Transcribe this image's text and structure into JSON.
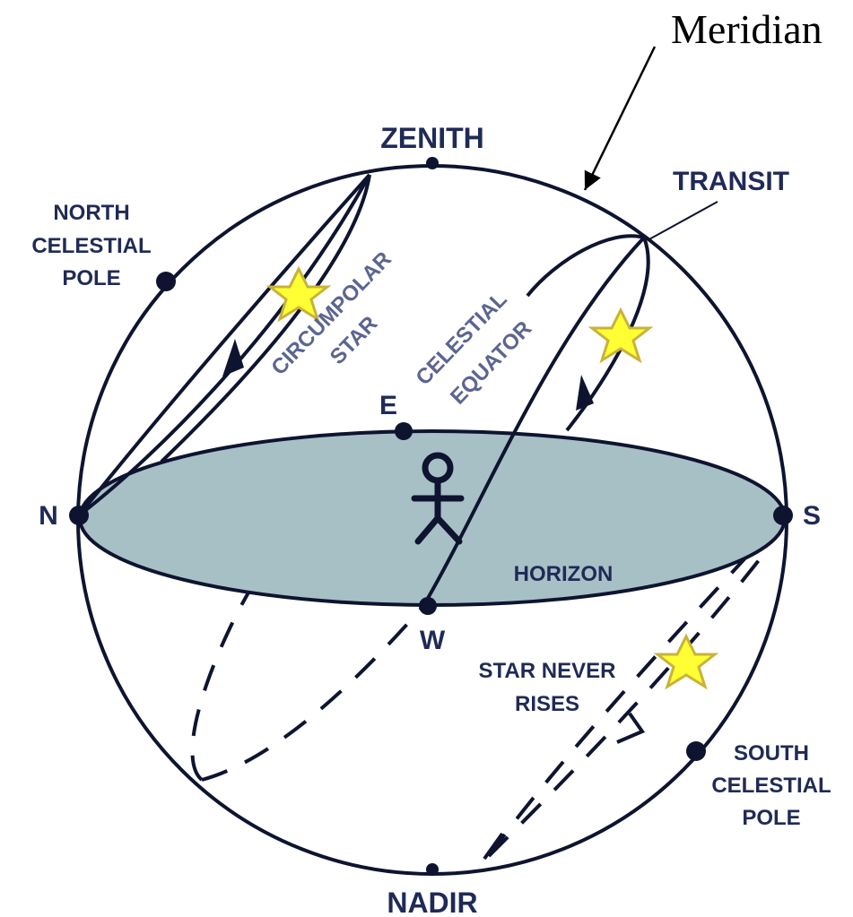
{
  "labels": {
    "meridian": "Meridian",
    "zenith": "ZENITH",
    "transit": "TRANSIT",
    "north_celestial_pole": [
      "NORTH",
      "CELESTIAL",
      "POLE"
    ],
    "circumpolar_star": [
      "CIRCUMPOLAR",
      "STAR"
    ],
    "celestial_equator": [
      "CELESTIAL",
      "EQUATOR"
    ],
    "east": "E",
    "north": "N",
    "south": "S",
    "west": "W",
    "horizon": "HORIZON",
    "star_never_rises": [
      "STAR NEVER",
      "RISES"
    ],
    "south_celestial_pole": [
      "SOUTH",
      "CELESTIAL",
      "POLE"
    ],
    "nadir": "NADIR"
  },
  "colors": {
    "outline": "#0e1430",
    "horizon_plane": "#a7c0c6",
    "star_fill": "#ffff33",
    "star_stroke": "#c9b23a",
    "label_text": "#1f2a56",
    "pale_text": "#5c6591"
  }
}
